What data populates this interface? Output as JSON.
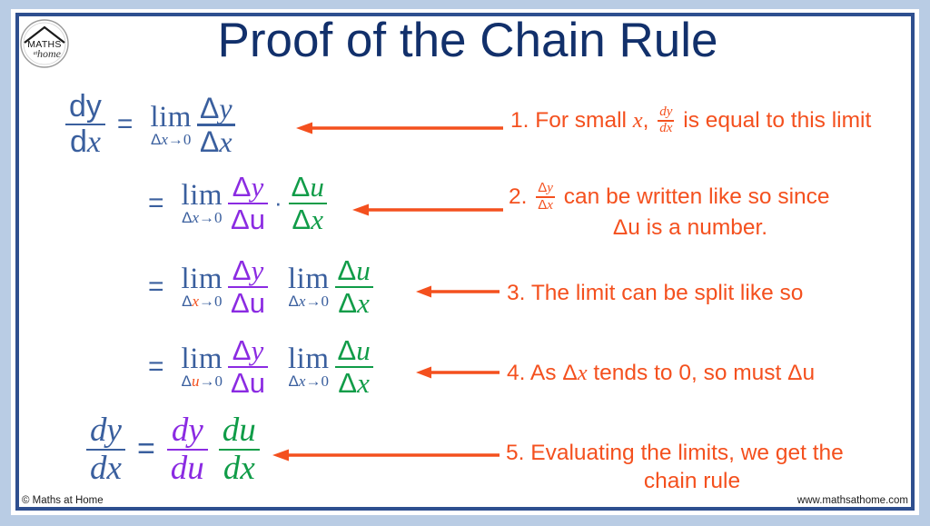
{
  "slide": {
    "title": "Proof of the Chain Rule",
    "logo": {
      "name": "maths-at-home-logo",
      "top_text": "MATHS",
      "script_text": "home",
      "small_text": "at"
    },
    "colors": {
      "outer_band": "#b9cce4",
      "frame": "#2e4f8f",
      "title": "#12306b",
      "math_blue": "#3a5f9e",
      "math_purple": "#8b2be2",
      "math_green": "#109c48",
      "annotation_red": "#f4501e",
      "background": "#ffffff"
    }
  },
  "equations": [
    {
      "id": "line1",
      "lhs": {
        "num": "dy",
        "den": "dx"
      },
      "relation": "=",
      "limit": {
        "word": "lim",
        "sub_delta": "Δ",
        "sub_var": "x",
        "sub_arrow": "→0"
      },
      "fraction": {
        "num_delta": "Δ",
        "num_var": "y",
        "den_delta": "Δ",
        "den_var": "x"
      }
    },
    {
      "id": "line2",
      "relation": "=",
      "limit": {
        "word": "lim",
        "sub_delta": "Δ",
        "sub_var": "x",
        "sub_arrow": "→0"
      },
      "fraction_a": {
        "num": "Δy",
        "den": "Δu"
      },
      "operator": "·",
      "fraction_b": {
        "num": "Δu",
        "den": "Δx"
      }
    },
    {
      "id": "line3",
      "relation": "=",
      "limit_a": {
        "word": "lim",
        "sub_delta": "Δ",
        "sub_var": "x",
        "sub_arrow": "→0",
        "var_highlighted": true
      },
      "fraction_a": {
        "num": "Δy",
        "den": "Δu"
      },
      "limit_b": {
        "word": "lim",
        "sub_delta": "Δ",
        "sub_var": "x",
        "sub_arrow": "→0"
      },
      "fraction_b": {
        "num": "Δu",
        "den": "Δx"
      }
    },
    {
      "id": "line4",
      "relation": "=",
      "limit_a": {
        "word": "lim",
        "sub_delta": "Δ",
        "sub_var": "u",
        "sub_arrow": "→0",
        "var_highlighted": true
      },
      "fraction_a": {
        "num": "Δy",
        "den": "Δu"
      },
      "limit_b": {
        "word": "lim",
        "sub_delta": "Δ",
        "sub_var": "x",
        "sub_arrow": "→0"
      },
      "fraction_b": {
        "num": "Δu",
        "den": "Δx"
      }
    },
    {
      "id": "line5",
      "lhs": {
        "num": "dy",
        "den": "dx"
      },
      "relation": "=",
      "fraction_a": {
        "num": "dy",
        "den": "du"
      },
      "fraction_b": {
        "num": "du",
        "den": "dx"
      }
    }
  ],
  "annotations": [
    {
      "id": "note1",
      "number": "1.",
      "text_before": "For small",
      "var": "x",
      "comma": ",",
      "fraction": {
        "num": "dy",
        "den": "dx"
      },
      "text_after": "is equal to this limit"
    },
    {
      "id": "note2",
      "number": "2.",
      "fraction": {
        "num": "Δy",
        "den": "Δx"
      },
      "line1_text": "can be written like so since",
      "line2_text": "Δu is a number."
    },
    {
      "id": "note3",
      "number": "3.",
      "text": "The limit can be split like so"
    },
    {
      "id": "note4",
      "number": "4.",
      "text_before": "As",
      "delta": "Δ",
      "var": "x",
      "text_after": "tends to 0, so must Δu"
    },
    {
      "id": "note5",
      "number": "5.",
      "line1_text": "Evaluating the limits, we get the",
      "line2_text": "chain rule"
    }
  ],
  "footer": {
    "left": "© Maths at Home",
    "right": "www.mathsathome.com"
  }
}
